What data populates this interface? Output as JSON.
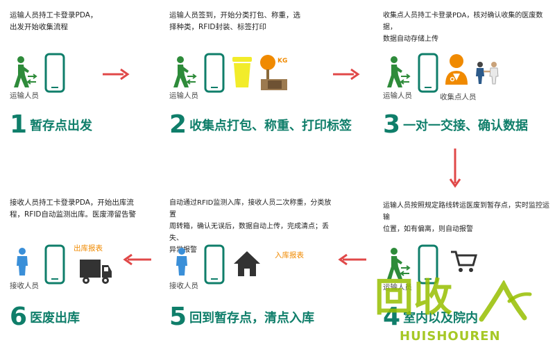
{
  "steps": [
    {
      "description": "运输人员持工卡登录PDA，\n出发开始收集流程",
      "role_label": "运输人员",
      "number": "1",
      "title": "暂存点出发"
    },
    {
      "description": "运输人员签到，开始分类打包、称重，选\n择种类，RFID封装、标签打印",
      "role_label": "运输人员",
      "number": "2",
      "title": "收集点打包、称重、打印标签"
    },
    {
      "description": "收集点人员持工卡登录PDA，核对确认收集的医废数据，\n数据自动存储上传",
      "role_label": "运输人员",
      "role_label_2": "收集点人员",
      "number": "3",
      "title": "一对一交接、确认数据"
    },
    {
      "description": "运输人员按照规定路线转运医废到暂存点，实时监控运输\n位置，如有偏离，则自动报警",
      "role_label": "运输人员",
      "number": "4",
      "title": "室内以及院内"
    },
    {
      "description": "自动通过RFID监测入库，接收人员二次称重，分类放置\n周转箱，确认无误后，数据自动上传，完成清点；丢失、\n异常报警",
      "role_label": "接收人员",
      "tag_label": "入库报表",
      "number": "5",
      "title": "回到暂存点，清点入库"
    },
    {
      "description": "接收人员持工卡登录PDA，开始出库流\n程，RFID自动监测出库。医废滞留告警",
      "role_label": "接收人员",
      "tag_label": "出库报表",
      "number": "6",
      "title": "医废出库"
    }
  ],
  "watermark": {
    "text_cn": "回收",
    "text_en": "HUISHOUREN"
  },
  "colors": {
    "teal": "#0f7e6a",
    "green": "#2e8b3a",
    "arrow_red": "#e04848",
    "yellow": "#f2ec2a",
    "orange": "#f08a00",
    "blue": "#3a8fd8",
    "dark": "#333333"
  }
}
